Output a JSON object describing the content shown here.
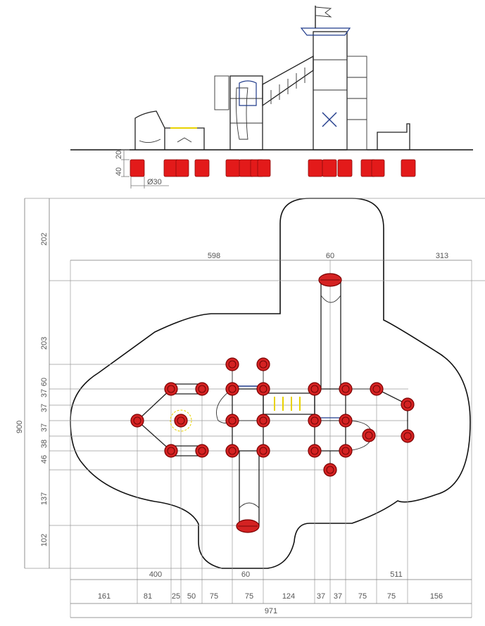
{
  "dimensions": {
    "elevation_heights": [
      "40",
      "20"
    ],
    "footing_diameter": "Ø30",
    "total_width": "971",
    "total_depth": "900",
    "top_spans": [
      "598",
      "60",
      "313"
    ],
    "left_spans": [
      "202",
      "203",
      "60",
      "37",
      "37",
      "37",
      "38",
      "46",
      "137",
      "102"
    ],
    "bottom_spans": [
      "400",
      "60",
      "511"
    ],
    "bottom_chain": [
      "161",
      "81",
      "25",
      "50",
      "75",
      "75",
      "124",
      "37",
      "37",
      "75",
      "75",
      "156"
    ]
  },
  "colors": {
    "footing": "#e31a1a",
    "post": "#d42222",
    "outline": "#111111",
    "dimension": "#555555",
    "accent_blue": "#1f3a8a",
    "accent_yellow": "#e8d200"
  }
}
